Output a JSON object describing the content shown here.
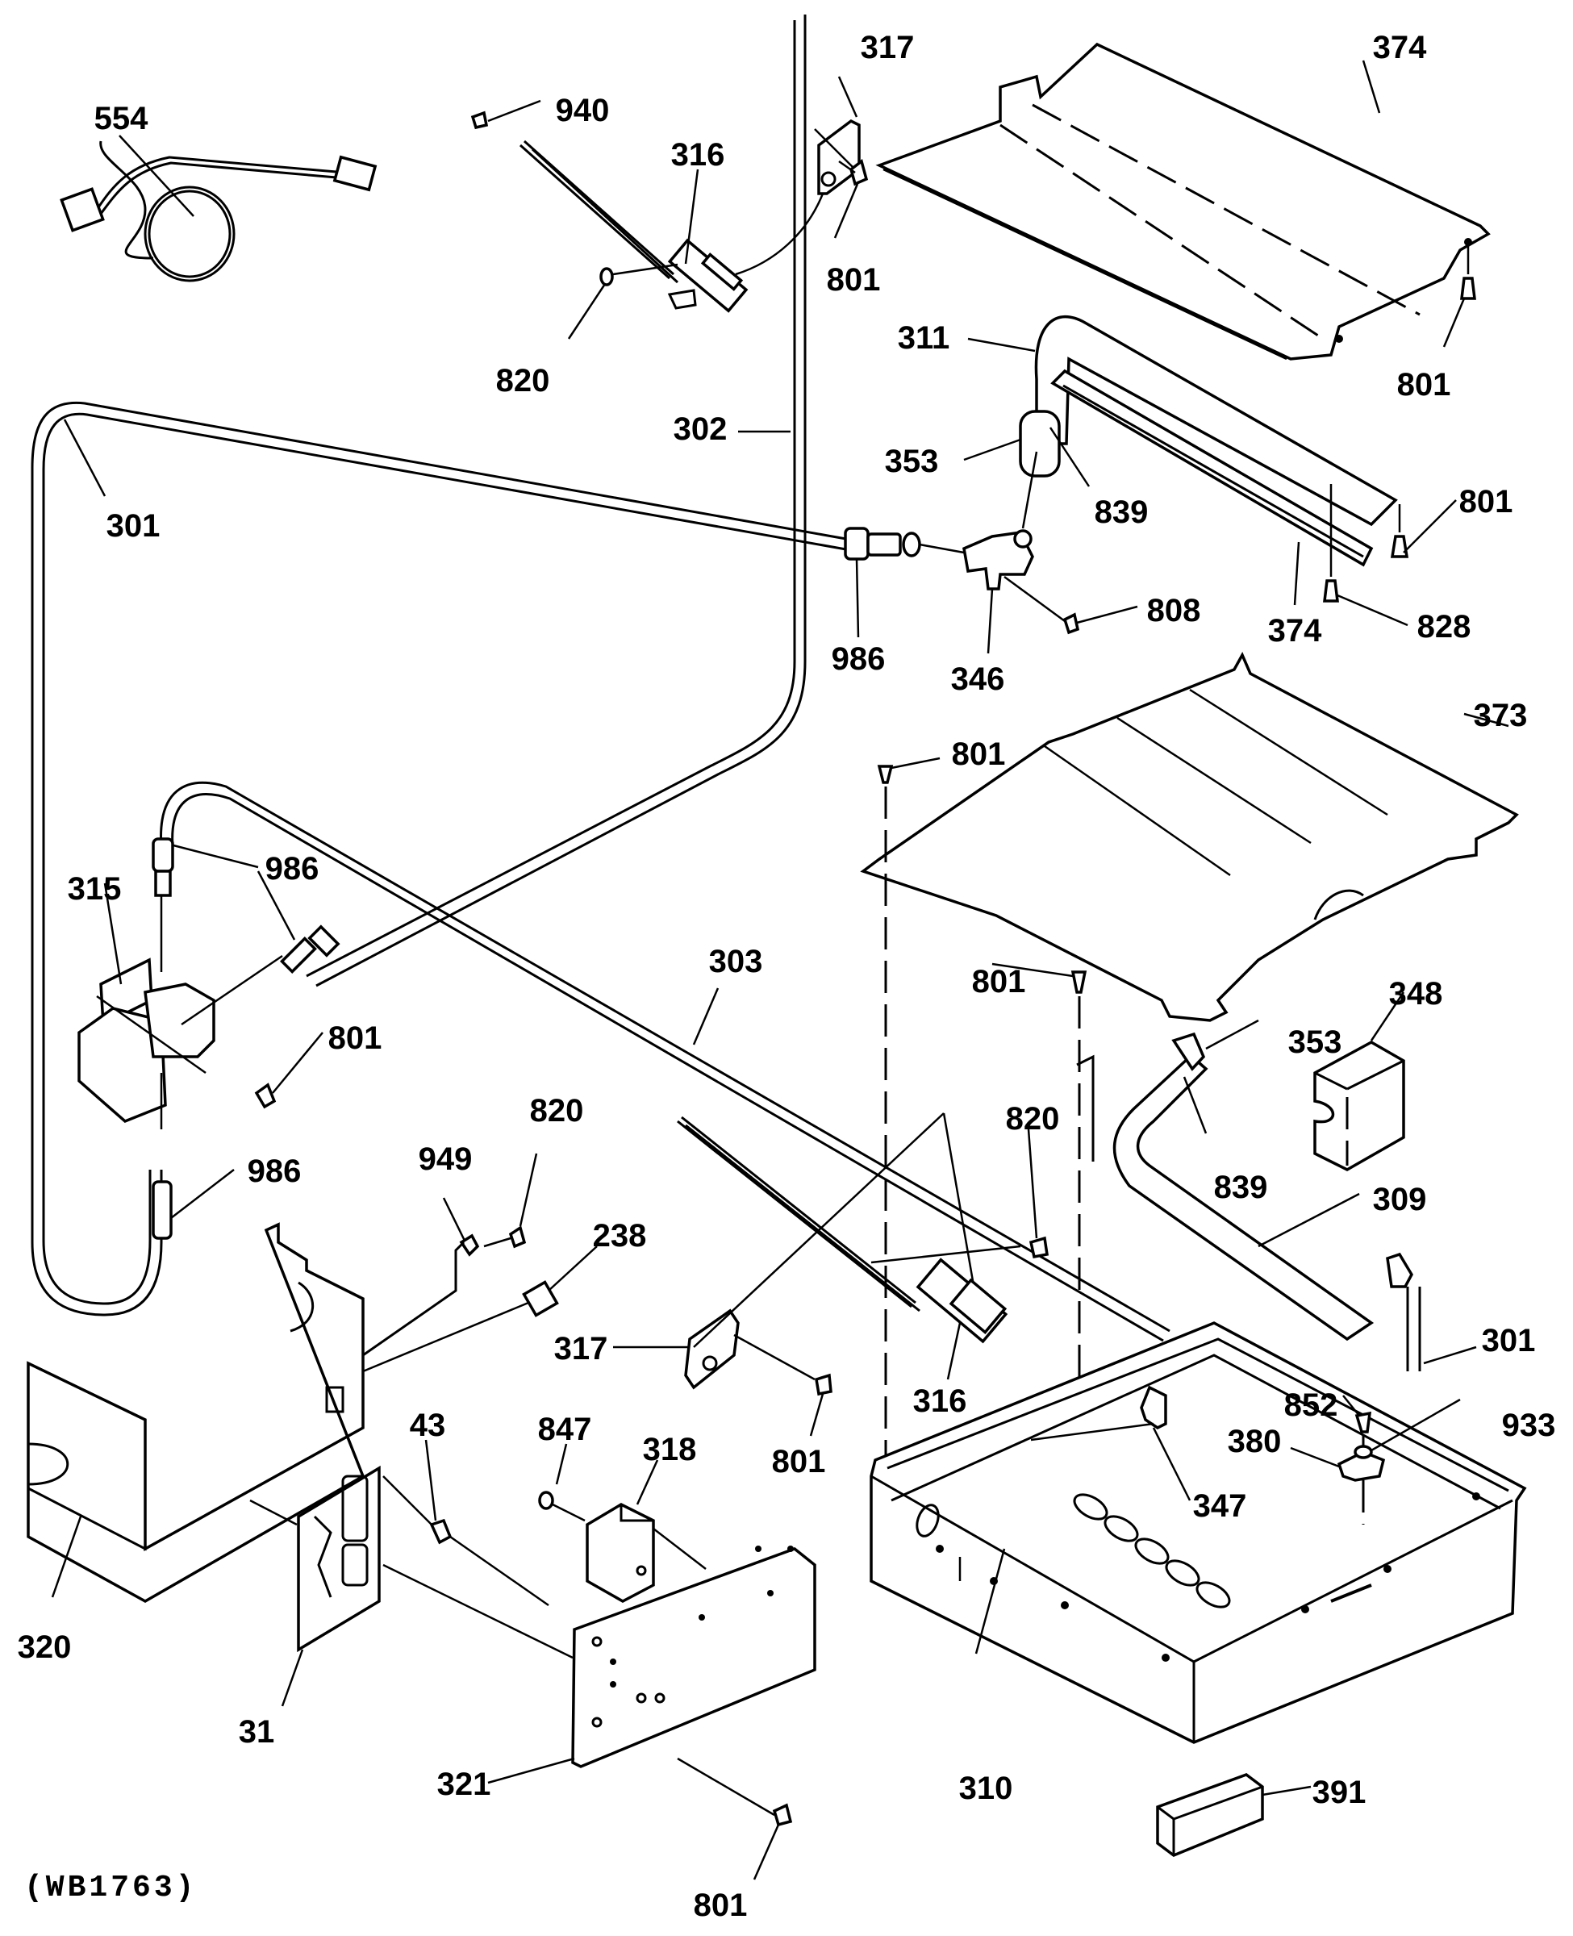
{
  "diagram": {
    "title": "Exploded parts diagram",
    "caption": "(WB1763)",
    "labels": {
      "p554": "554",
      "p940": "940",
      "p316_top": "316",
      "p317_top": "317",
      "p374_top": "374",
      "p801_a": "801",
      "p820_top": "820",
      "p311": "311",
      "p801_b": "801",
      "p302": "302",
      "p353_top": "353",
      "p301_left": "301",
      "p839_top": "839",
      "p801_c": "801",
      "p374_mid": "374",
      "p828": "828",
      "p808": "808",
      "p986_a": "986",
      "p346": "346",
      "p373": "373",
      "p801_d": "801",
      "p986_b": "986",
      "p315": "315",
      "p303": "303",
      "p801_e": "801",
      "p348": "348",
      "p801_f": "801",
      "p353_mid": "353",
      "p820_a": "820",
      "p986_c": "986",
      "p949": "949",
      "p820_b": "820",
      "p839_mid": "839",
      "p309": "309",
      "p238": "238",
      "p301_right": "301",
      "p317_bottom": "317",
      "p316_bottom": "316",
      "p852": "852",
      "p933": "933",
      "p43": "43",
      "p847": "847",
      "p318": "318",
      "p801_g": "801",
      "p380": "380",
      "p347": "347",
      "p320": "320",
      "p31": "31",
      "p321": "321",
      "p310": "310",
      "p391": "391",
      "p801_h": "801"
    },
    "parts": [
      {
        "number": "554",
        "description": "wire harness / cord with connectors"
      },
      {
        "number": "940",
        "description": "small fastener / ferrule"
      },
      {
        "number": "316",
        "description": "igniter (top)"
      },
      {
        "number": "317",
        "description": "igniter bracket (top)"
      },
      {
        "number": "374",
        "description": "broil burner shield / baffle"
      },
      {
        "number": "801",
        "description": "screw"
      },
      {
        "number": "820",
        "description": "screw"
      },
      {
        "number": "311",
        "description": "broil burner"
      },
      {
        "number": "302",
        "description": "gas tube (vertical)"
      },
      {
        "number": "353",
        "description": "orifice hood / air shutter"
      },
      {
        "number": "301",
        "description": "gas tube (loop)"
      },
      {
        "number": "839",
        "description": "set screw"
      },
      {
        "number": "828",
        "description": "screw"
      },
      {
        "number": "808",
        "description": "screw"
      },
      {
        "number": "986",
        "description": "fitting / nut"
      },
      {
        "number": "346",
        "description": "orifice holder bracket"
      },
      {
        "number": "373",
        "description": "bake burner baffle"
      },
      {
        "number": "315",
        "description": "gas valve / safety valve"
      },
      {
        "number": "303",
        "description": "gas tube (diagonal)"
      },
      {
        "number": "348",
        "description": "insulation block"
      },
      {
        "number": "949",
        "description": "wire clip"
      },
      {
        "number": "309",
        "description": "bake burner"
      },
      {
        "number": "238",
        "description": "connector / plug"
      },
      {
        "number": "852",
        "description": "screw"
      },
      {
        "number": "933",
        "description": "nut"
      },
      {
        "number": "43",
        "description": "fastener / standoff"
      },
      {
        "number": "847",
        "description": "screw"
      },
      {
        "number": "318",
        "description": "transformer / spark module"
      },
      {
        "number": "380",
        "description": "bracket clip"
      },
      {
        "number": "347",
        "description": "burner support bracket"
      },
      {
        "number": "320",
        "description": "control box housing"
      },
      {
        "number": "31",
        "description": "circuit board"
      },
      {
        "number": "321",
        "description": "mounting plate"
      },
      {
        "number": "310",
        "description": "burner box / oven bottom"
      },
      {
        "number": "391",
        "description": "drip tray / cup"
      }
    ]
  }
}
